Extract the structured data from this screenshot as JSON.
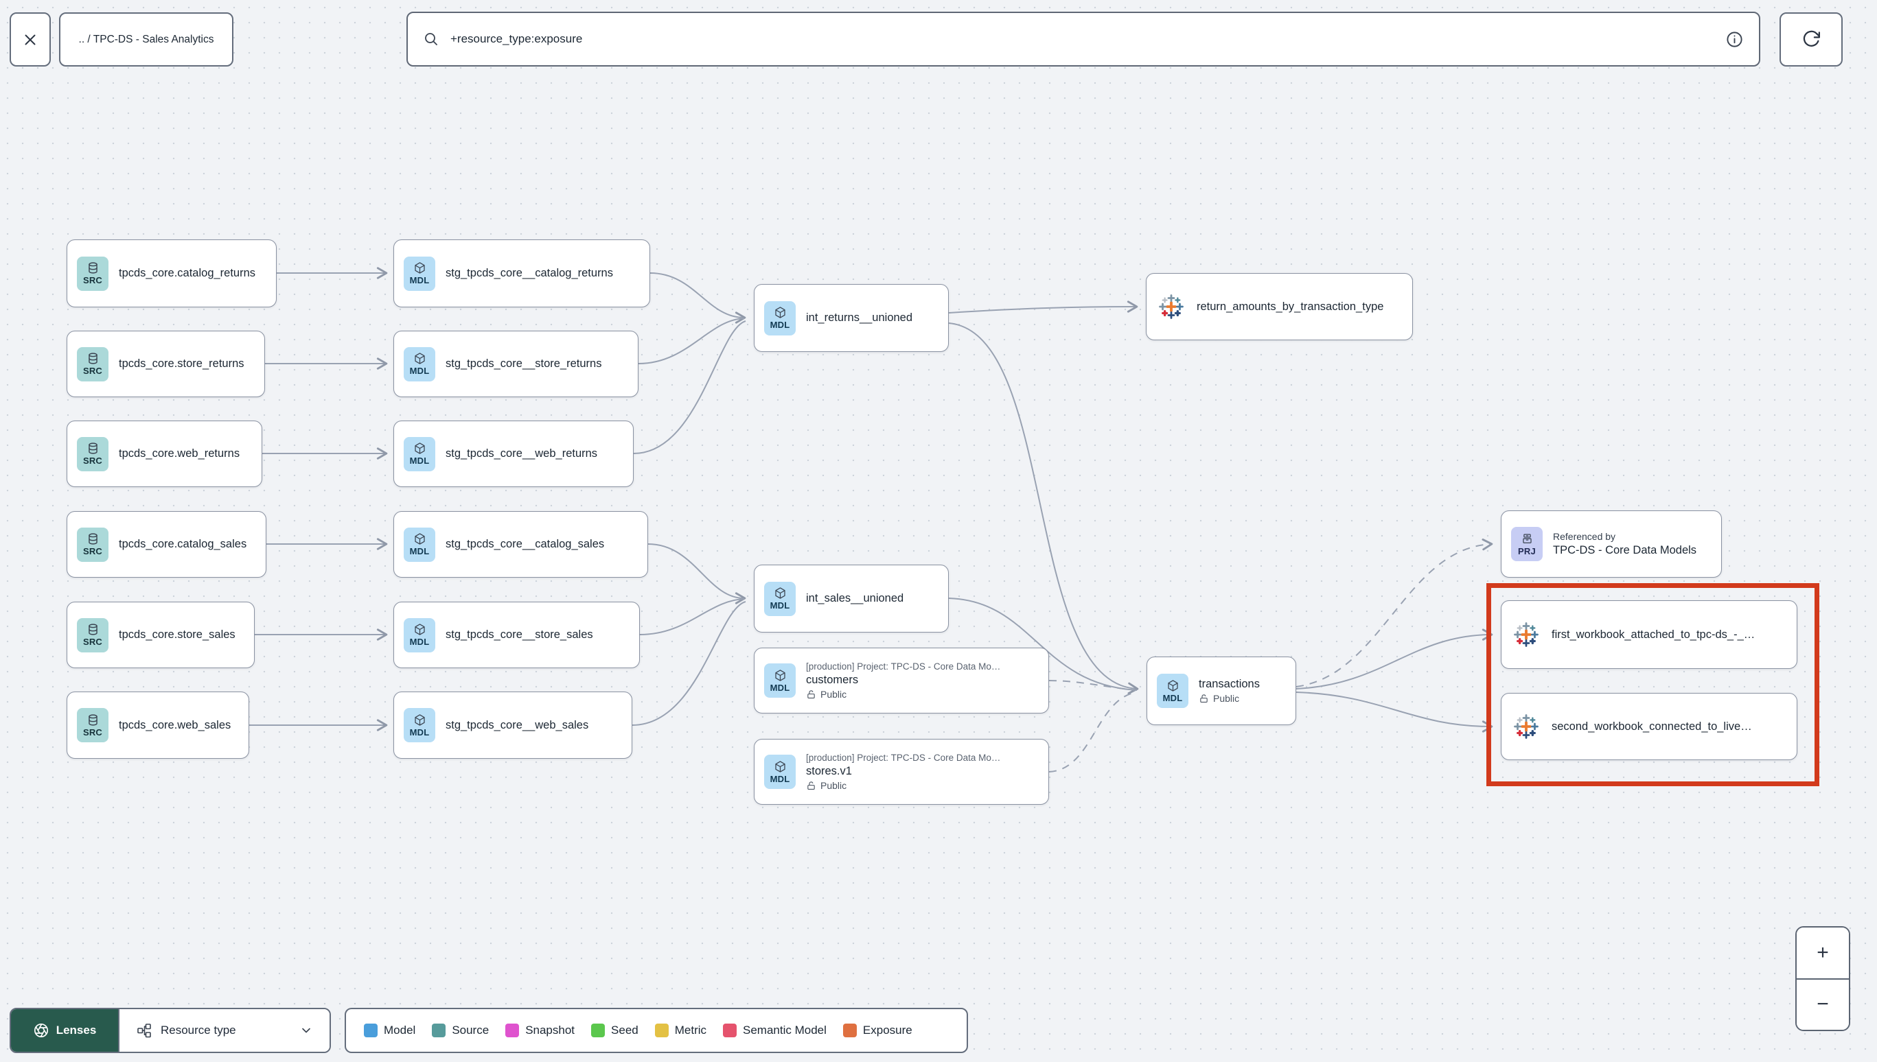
{
  "topbar": {
    "breadcrumb": ".. / TPC-DS - Sales Analytics",
    "search_value": "+resource_type:exposure"
  },
  "badges": {
    "src": "SRC",
    "mdl": "MDL",
    "prj": "PRJ"
  },
  "graph": {
    "nodes": [
      {
        "id": "src-catalog-returns",
        "type": "source",
        "label": "tpcds_core.catalog_returns"
      },
      {
        "id": "src-store-returns",
        "type": "source",
        "label": "tpcds_core.store_returns"
      },
      {
        "id": "src-web-returns",
        "type": "source",
        "label": "tpcds_core.web_returns"
      },
      {
        "id": "src-catalog-sales",
        "type": "source",
        "label": "tpcds_core.catalog_sales"
      },
      {
        "id": "src-store-sales",
        "type": "source",
        "label": "tpcds_core.store_sales"
      },
      {
        "id": "src-web-sales",
        "type": "source",
        "label": "tpcds_core.web_sales"
      },
      {
        "id": "stg-catalog-returns",
        "type": "model",
        "label": "stg_tpcds_core__catalog_returns"
      },
      {
        "id": "stg-store-returns",
        "type": "model",
        "label": "stg_tpcds_core__store_returns"
      },
      {
        "id": "stg-web-returns",
        "type": "model",
        "label": "stg_tpcds_core__web_returns"
      },
      {
        "id": "stg-catalog-sales",
        "type": "model",
        "label": "stg_tpcds_core__catalog_sales"
      },
      {
        "id": "stg-store-sales",
        "type": "model",
        "label": "stg_tpcds_core__store_sales"
      },
      {
        "id": "stg-web-sales",
        "type": "model",
        "label": "stg_tpcds_core__web_sales"
      },
      {
        "id": "int-returns-unioned",
        "type": "model",
        "label": "int_returns__unioned"
      },
      {
        "id": "int-sales-unioned",
        "type": "model",
        "label": "int_sales__unioned"
      },
      {
        "id": "customers",
        "type": "model",
        "project_line": "[production] Project: TPC-DS - Core Data Mo…",
        "label": "customers",
        "visibility": "Public"
      },
      {
        "id": "stores-v1",
        "type": "model",
        "project_line": "[production] Project: TPC-DS - Core Data Mo…",
        "label": "stores.v1",
        "visibility": "Public"
      },
      {
        "id": "transactions",
        "type": "model",
        "label": "transactions",
        "visibility": "Public"
      },
      {
        "id": "exp-return-amounts",
        "type": "exposure",
        "label": "return_amounts_by_transaction_type"
      },
      {
        "id": "referenced-by-project",
        "type": "project",
        "kicker": "Referenced by",
        "label": "TPC-DS - Core Data Models"
      },
      {
        "id": "exp-first-workbook",
        "type": "exposure",
        "label": "first_workbook_attached_to_tpc-ds_-_…"
      },
      {
        "id": "exp-second-workbook",
        "type": "exposure",
        "label": "second_workbook_connected_to_live…"
      }
    ],
    "edges": [
      {
        "from": "src-catalog-returns",
        "to": "stg-catalog-returns",
        "style": "solid"
      },
      {
        "from": "src-store-returns",
        "to": "stg-store-returns",
        "style": "solid"
      },
      {
        "from": "src-web-returns",
        "to": "stg-web-returns",
        "style": "solid"
      },
      {
        "from": "src-catalog-sales",
        "to": "stg-catalog-sales",
        "style": "solid"
      },
      {
        "from": "src-store-sales",
        "to": "stg-store-sales",
        "style": "solid"
      },
      {
        "from": "src-web-sales",
        "to": "stg-web-sales",
        "style": "solid"
      },
      {
        "from": "stg-catalog-returns",
        "to": "int-returns-unioned",
        "style": "solid"
      },
      {
        "from": "stg-store-returns",
        "to": "int-returns-unioned",
        "style": "solid"
      },
      {
        "from": "stg-web-returns",
        "to": "int-returns-unioned",
        "style": "solid"
      },
      {
        "from": "stg-catalog-sales",
        "to": "int-sales-unioned",
        "style": "solid"
      },
      {
        "from": "stg-store-sales",
        "to": "int-sales-unioned",
        "style": "solid"
      },
      {
        "from": "stg-web-sales",
        "to": "int-sales-unioned",
        "style": "solid"
      },
      {
        "from": "int-returns-unioned",
        "to": "exp-return-amounts",
        "style": "solid"
      },
      {
        "from": "int-returns-unioned",
        "to": "transactions",
        "style": "solid"
      },
      {
        "from": "int-sales-unioned",
        "to": "transactions",
        "style": "solid"
      },
      {
        "from": "customers",
        "to": "transactions",
        "style": "dashed"
      },
      {
        "from": "stores-v1",
        "to": "transactions",
        "style": "dashed"
      },
      {
        "from": "transactions",
        "to": "referenced-by-project",
        "style": "dashed"
      },
      {
        "from": "transactions",
        "to": "exp-first-workbook",
        "style": "solid"
      },
      {
        "from": "transactions",
        "to": "exp-second-workbook",
        "style": "solid"
      }
    ]
  },
  "bottombar": {
    "lenses_label": "Lenses",
    "resource_type_label": "Resource type",
    "legend_items": [
      {
        "label": "Model",
        "color": "#4a9edb"
      },
      {
        "label": "Source",
        "color": "#579b9b"
      },
      {
        "label": "Snapshot",
        "color": "#df53ce"
      },
      {
        "label": "Seed",
        "color": "#5bc74d"
      },
      {
        "label": "Metric",
        "color": "#e3c144"
      },
      {
        "label": "Semantic Model",
        "color": "#e5536d"
      },
      {
        "label": "Exposure",
        "color": "#df7040"
      }
    ]
  },
  "zoom_controls": {
    "zoom_in": "+",
    "zoom_out": "−"
  },
  "highlight_color": "#d23a1c"
}
